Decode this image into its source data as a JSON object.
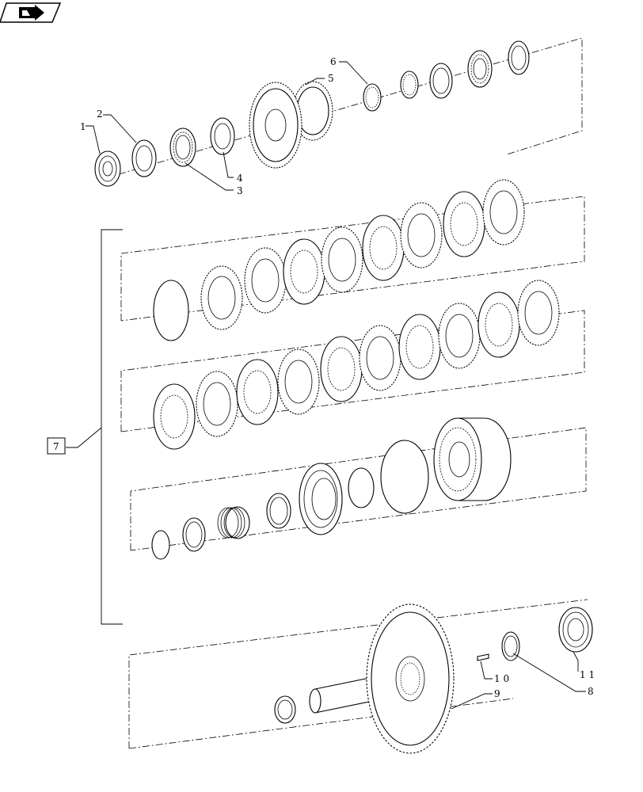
{
  "toolbar": {
    "icon": "nav-arrow-icon"
  },
  "callouts": {
    "c1": "1",
    "c2": "2",
    "c3": "3",
    "c4": "4",
    "c5": "5",
    "c6": "6",
    "c7": "7",
    "c8": "8",
    "c9": "9",
    "c10": "1 0",
    "c11": "1 1"
  }
}
